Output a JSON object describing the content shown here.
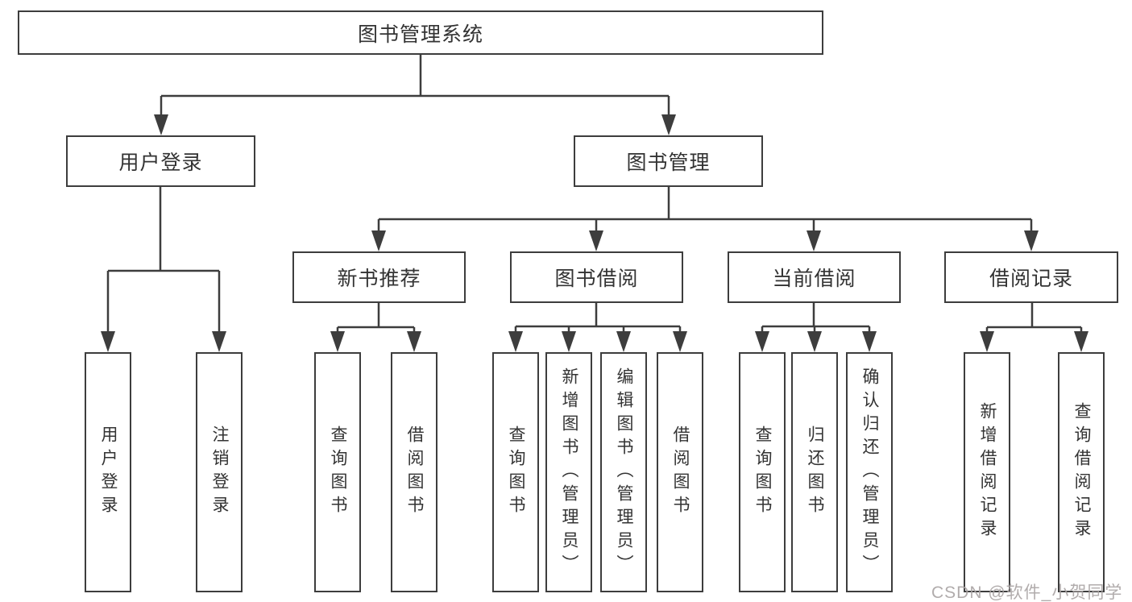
{
  "colors": {
    "line": "#3d3d3d",
    "box_border": "#3d3d3d",
    "box_fill": "#ffffff",
    "text": "#333333",
    "watermark_text": "#a8a3a3",
    "background": "#ffffff"
  },
  "watermark": {
    "text": "CSDN @软件_小贺同学"
  },
  "diagram": {
    "type": "tree",
    "root": {
      "label": "图书管理系统",
      "children": [
        {
          "label": "用户登录",
          "children": [
            {
              "label": "用户登录"
            },
            {
              "label": "注销登录"
            }
          ]
        },
        {
          "label": "图书管理",
          "children": [
            {
              "label": "新书推荐",
              "children": [
                {
                  "label": "查询图书"
                },
                {
                  "label": "借阅图书"
                }
              ]
            },
            {
              "label": "图书借阅",
              "children": [
                {
                  "label": "查询图书"
                },
                {
                  "label": "新增图书（管理员）"
                },
                {
                  "label": "编辑图书（管理员）"
                },
                {
                  "label": "借阅图书"
                }
              ]
            },
            {
              "label": "当前借阅",
              "children": [
                {
                  "label": "查询图书"
                },
                {
                  "label": "归还图书"
                },
                {
                  "label": "确认归还（管理员）"
                }
              ]
            },
            {
              "label": "借阅记录",
              "children": [
                {
                  "label": "新增借阅记录"
                },
                {
                  "label": "查询借阅记录"
                }
              ]
            }
          ]
        }
      ]
    }
  }
}
